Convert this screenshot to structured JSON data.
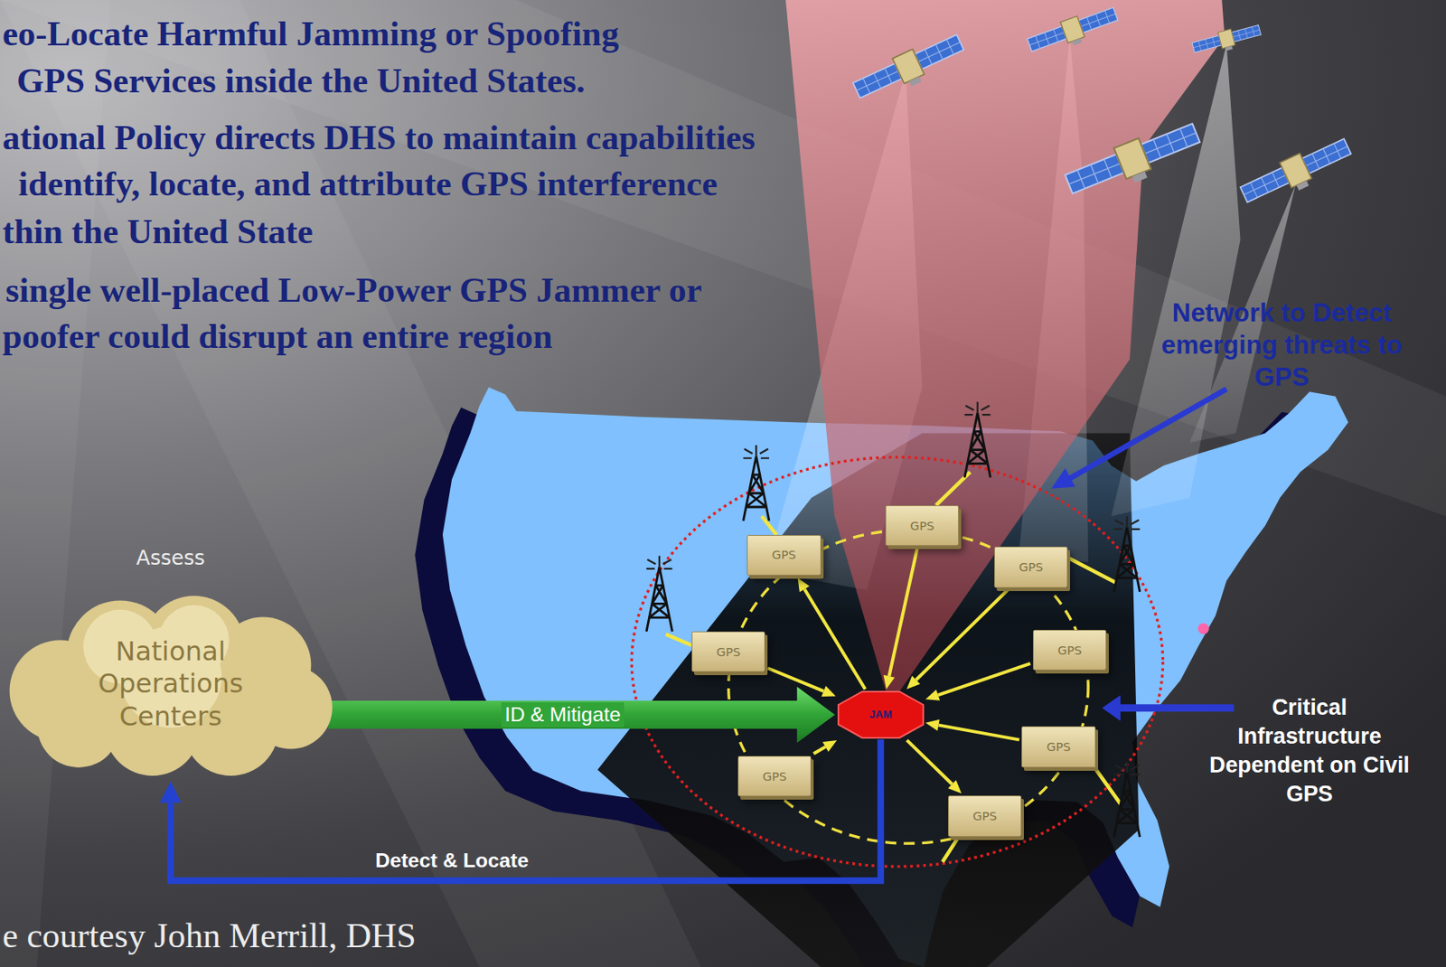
{
  "diagram": {
    "nodes": [
      {
        "text": [
          "Assess",
          "National Operations Centers"
        ]
      },
      {
        "text": [
          "JAM"
        ]
      },
      {
        "text": [
          "GPS"
        ]
      },
      {
        "text": [
          "GPS"
        ]
      },
      {
        "text": [
          "GPS"
        ]
      },
      {
        "text": [
          "GPS"
        ]
      },
      {
        "text": [
          "GPS"
        ]
      },
      {
        "text": [
          "GPS"
        ]
      },
      {
        "text": [
          "GPS"
        ]
      },
      {
        "text": [
          "GPS"
        ]
      }
    ],
    "edges": [
      {
        "from": 0,
        "to": 1,
        "label": "ID & Mitigate",
        "arrow": "to"
      },
      {
        "from": 1,
        "to": 0,
        "label": "Detect & Locate",
        "arrow": "to"
      },
      {
        "from": 1,
        "to": 2,
        "arrow": "to"
      },
      {
        "from": 3,
        "to": 1,
        "arrow": "to"
      },
      {
        "from": 4,
        "to": 1,
        "arrow": "to"
      },
      {
        "from": 5,
        "to": 1,
        "arrow": "to"
      },
      {
        "from": 6,
        "to": 1,
        "arrow": "to"
      },
      {
        "from": 7,
        "to": 1,
        "arrow": "to"
      },
      {
        "from": 8,
        "to": 1,
        "arrow": "to"
      },
      {
        "from": 1,
        "to": 9,
        "arrow": "to"
      }
    ],
    "labels": [
      "eo-Locate Harmful Jamming or Spoofing",
      "GPS Services inside the United States.",
      "ational Policy directs DHS to maintain capabilities",
      "identify, locate, and attribute GPS interference",
      "thin the United State",
      "single well-placed Low-Power GPS Jammer or",
      "poofer could disrupt an entire region",
      "Network to Detect emerging threats to GPS",
      "Critical Infrastructure Dependent on Civil GPS",
      "e courtesy John Merrill, DHS"
    ]
  }
}
